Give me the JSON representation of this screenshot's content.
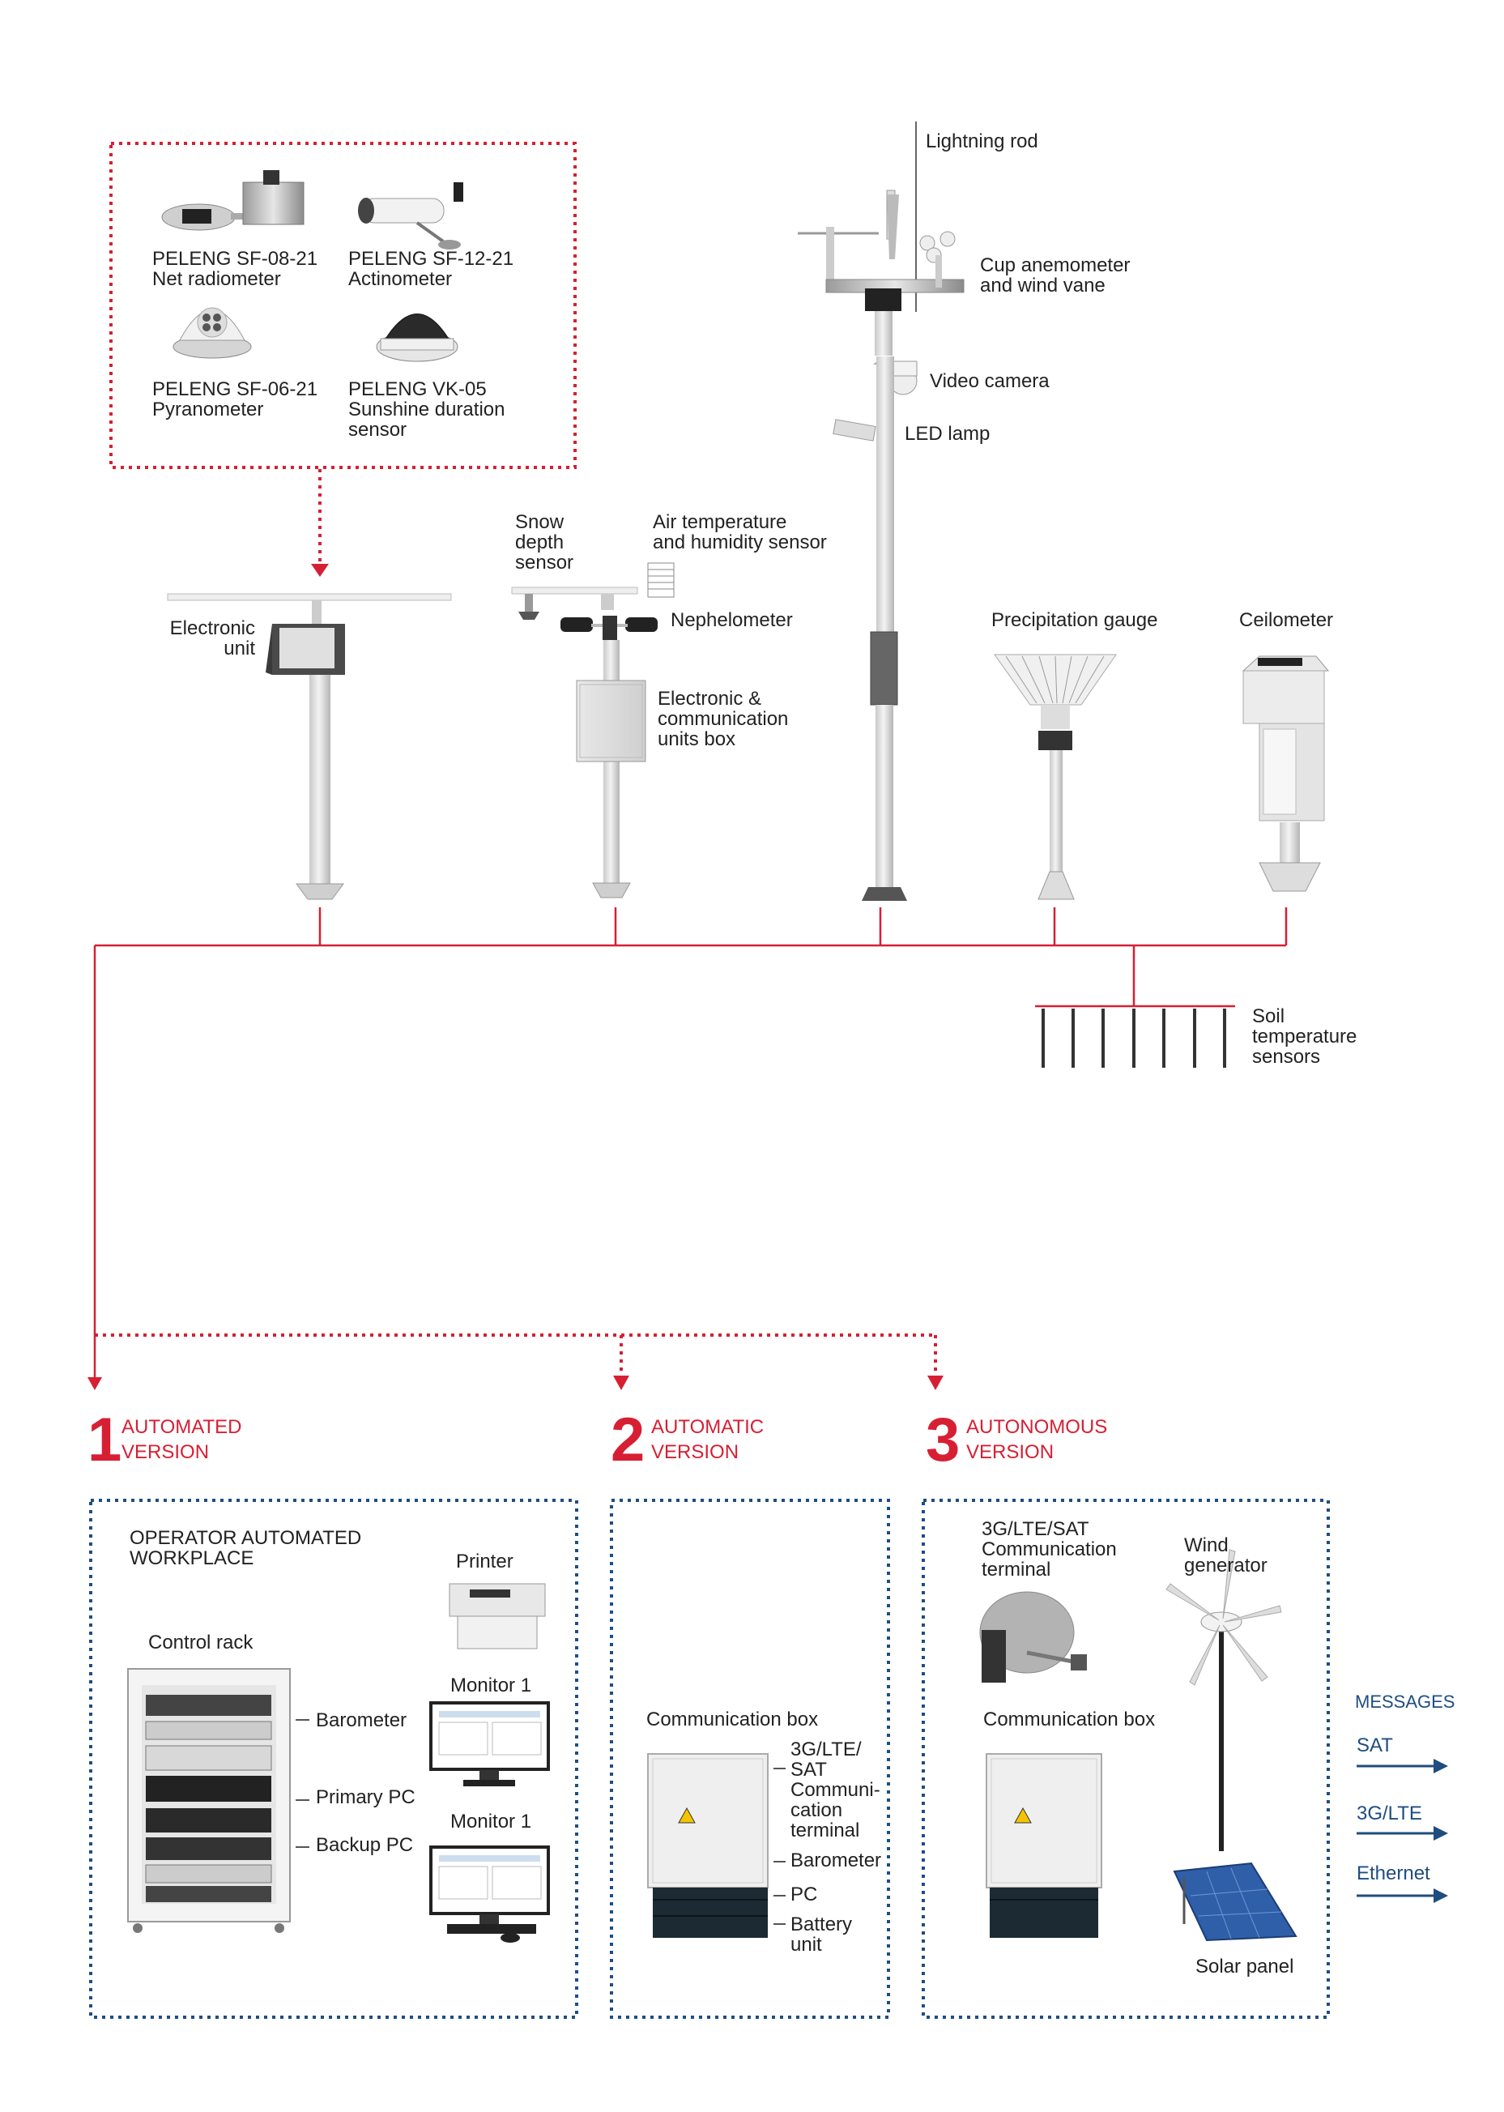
{
  "sensors_box": {
    "items": [
      {
        "name": "PELENG SF-08-21",
        "desc": "Net radiometer"
      },
      {
        "name": "PELENG SF-12-21",
        "desc": "Actinometer"
      },
      {
        "name": "PELENG SF-06-21",
        "desc": "Pyranometer"
      },
      {
        "name": "PELENG VK-05",
        "desc": "Sunshine duration\nsensor"
      }
    ]
  },
  "mast_labels": {
    "lightning_rod": "Lightning rod",
    "cup_anemometer": "Cup anemometer\nand wind vane",
    "video_camera": "Video camera",
    "led_lamp": "LED lamp"
  },
  "field_labels": {
    "electronic_unit": "Electronic\nunit",
    "snow_depth": "Snow\ndepth\nsensor",
    "air_temp": "Air temperature\nand humidity sensor",
    "nephelometer": "Nephelometer",
    "electronic_box": "Electronic &\ncommunication\nunits box",
    "precipitation": "Precipitation gauge",
    "ceilometer": "Ceilometer",
    "soil": "Soil\ntemperature\nsensors"
  },
  "versions": [
    {
      "number": "1",
      "title": "AUTOMATED\nVERSION"
    },
    {
      "number": "2",
      "title": "AUTOMATIC\nVERSION"
    },
    {
      "number": "3",
      "title": "AUTONOMOUS\nVERSION"
    }
  ],
  "panel1": {
    "heading": "OPERATOR AUTOMATED\nWORKPLACE",
    "printer": "Printer",
    "control_rack": "Control rack",
    "monitor_a": "Monitor 1",
    "monitor_b": "Monitor 1",
    "barometer": "Barometer",
    "primary_pc": "Primary PC",
    "backup_pc": "Backup PC"
  },
  "panel2": {
    "comm_box": "Communication box",
    "terminal": "3G/LTE/\nSAT\nCommuni-\ncation\nterminal",
    "barometer": "Barometer",
    "pc": "PC",
    "battery": "Battery\nunit"
  },
  "panel3": {
    "terminal": "3G/LTE/SAT\nCommunication\nterminal",
    "wind": "Wind\ngenerator",
    "comm_box": "Communication box",
    "solar": "Solar panel"
  },
  "messages": {
    "title": "MESSAGES",
    "items": [
      "SAT",
      "3G/LTE",
      "Ethernet"
    ]
  },
  "colors": {
    "red": "#d71f33",
    "navy": "#1f4d7f",
    "line": "#d71f33"
  }
}
